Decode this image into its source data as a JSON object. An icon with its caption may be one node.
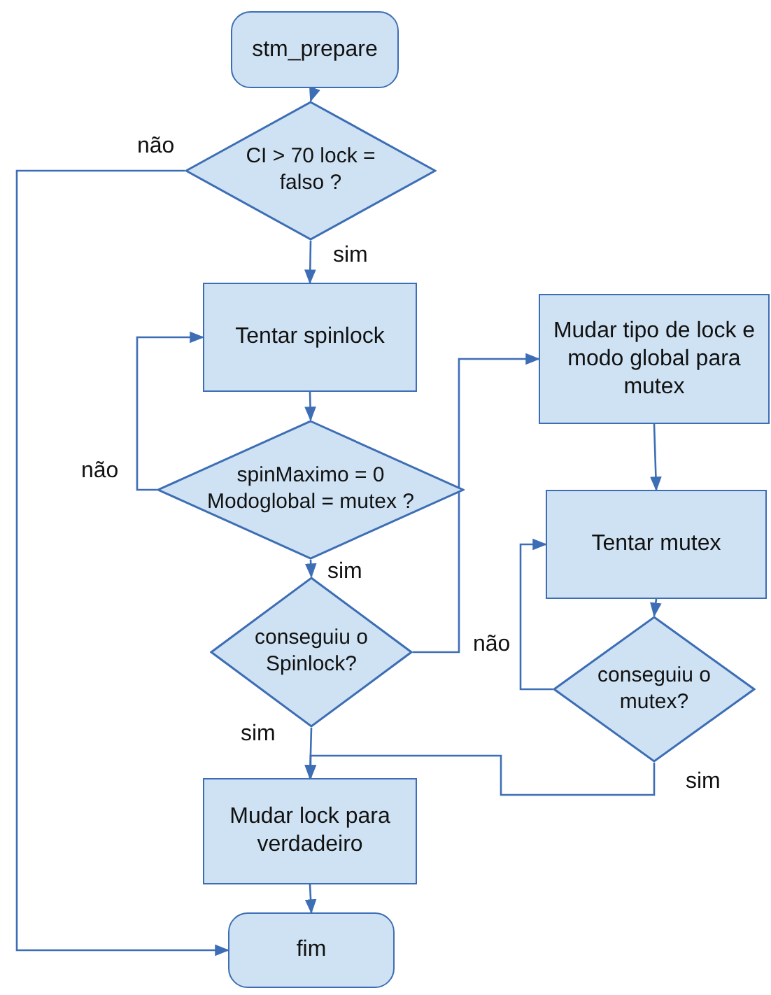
{
  "diagram": {
    "nodes": [
      {
        "text": [
          "stm_prepare"
        ]
      },
      {
        "text": [
          "CI > 70 lock = falso ?"
        ]
      },
      {
        "text": [
          "Tentar spinlock"
        ]
      },
      {
        "text": [
          "spinMaximo = 0 Modoglobal = mutex ?"
        ]
      },
      {
        "text": [
          "conseguiu o Spinlock?"
        ]
      },
      {
        "text": [
          "Mudar tipo de lock e modo global para mutex"
        ]
      },
      {
        "text": [
          "Tentar mutex"
        ]
      },
      {
        "text": [
          "conseguiu o mutex?"
        ]
      },
      {
        "text": [
          "Mudar lock para verdadeiro"
        ]
      },
      {
        "text": [
          "fim"
        ]
      }
    ],
    "edges": [
      {
        "from": 0,
        "to": 1,
        "arrow": "to"
      },
      {
        "from": 1,
        "to": 9,
        "arrow": "to",
        "label": "não"
      },
      {
        "from": 1,
        "to": 2,
        "arrow": "to",
        "label": "sim"
      },
      {
        "from": 2,
        "to": 3,
        "arrow": "to"
      },
      {
        "from": 3,
        "to": 2,
        "arrow": "to",
        "label": "não"
      },
      {
        "from": 3,
        "to": 4,
        "arrow": "to",
        "label": "sim"
      },
      {
        "from": 4,
        "to": 5,
        "arrow": "to"
      },
      {
        "from": 5,
        "to": 6,
        "arrow": "to"
      },
      {
        "from": 6,
        "to": 7,
        "arrow": "to"
      },
      {
        "from": 7,
        "to": 6,
        "arrow": "to",
        "label": "não"
      },
      {
        "from": 7,
        "to": 8,
        "arrow": "to",
        "label": "sim"
      },
      {
        "from": 4,
        "to": 8,
        "arrow": "to",
        "label": "sim"
      },
      {
        "from": 8,
        "to": 9,
        "arrow": "to"
      }
    ]
  }
}
